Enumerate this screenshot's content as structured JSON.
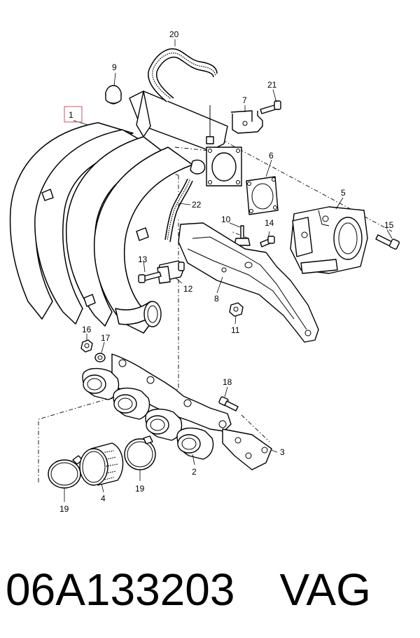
{
  "diagram": {
    "callouts": {
      "c1": "1",
      "c2": "2",
      "c3": "3",
      "c4": "4",
      "c5": "5",
      "c6": "6",
      "c7": "7",
      "c8": "8",
      "c9": "9",
      "c10": "10",
      "c11": "11",
      "c12": "12",
      "c13": "13",
      "c14": "14",
      "c15": "15",
      "c16": "16",
      "c17": "17",
      "c18": "18",
      "c19a": "19",
      "c19b": "19",
      "c20": "20",
      "c21": "21",
      "c22": "22"
    },
    "highlight_color": "#d9707a"
  },
  "caption": {
    "part_number": "06A133203",
    "brand": "VAG"
  }
}
